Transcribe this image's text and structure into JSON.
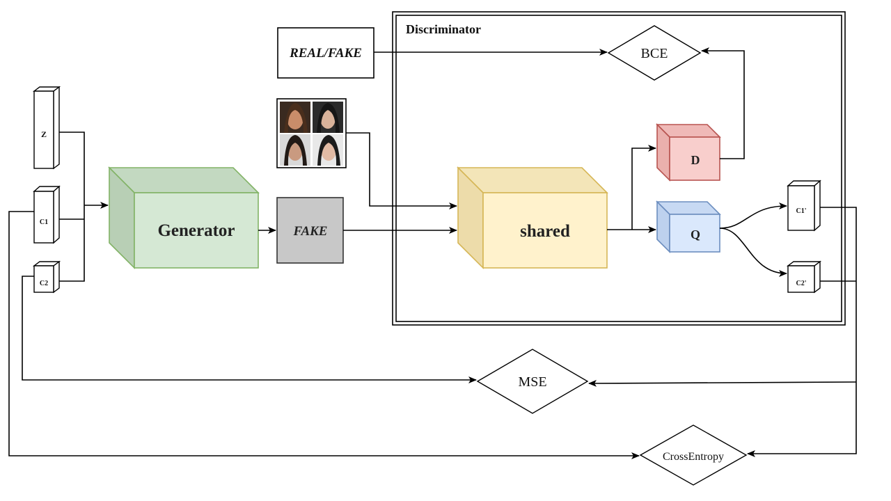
{
  "diagram": {
    "discriminator_label": "Discriminator",
    "real_fake_label": "REAL/FAKE",
    "fake_label": "FAKE",
    "generator_label": "Generator",
    "shared_label": "shared",
    "d_label": "D",
    "q_label": "Q",
    "inputs": {
      "z": "Z",
      "c1": "C1",
      "c2": "C2"
    },
    "outputs": {
      "c1_prime": "C1'",
      "c2_prime": "C2'"
    },
    "losses": {
      "bce": "BCE",
      "mse": "MSE",
      "cross_entropy": "CrossEntropy"
    },
    "colors": {
      "generator_fill": "#d5e8d4",
      "generator_stroke": "#82b366",
      "shared_fill": "#fff2cc",
      "shared_stroke": "#d6b656",
      "d_fill": "#f8cecc",
      "d_stroke": "#b85450",
      "q_fill": "#dae8fc",
      "q_stroke": "#6c8ebf",
      "fake_fill": "#c8c8c8"
    }
  }
}
